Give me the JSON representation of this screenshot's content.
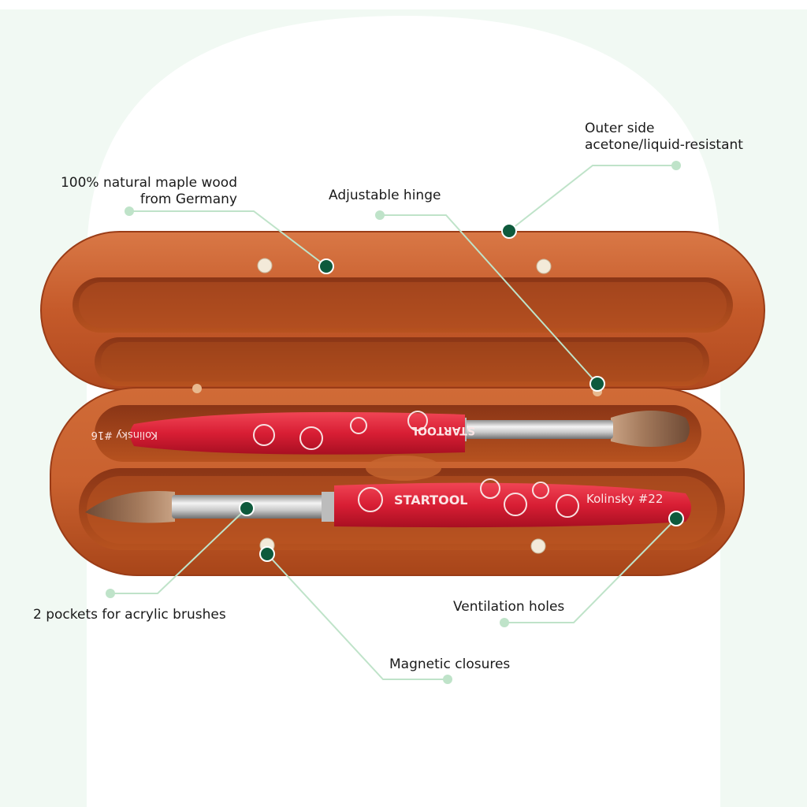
{
  "annotations": {
    "natural_wood": {
      "line1": "100% natural maple wood",
      "line2": "from Germany"
    },
    "hinge": {
      "text": "Adjustable hinge"
    },
    "outer_side": {
      "line1": "Outer side",
      "line2": "acetone/liquid-resistant"
    },
    "pockets": {
      "text": "2 pockets for acrylic brushes"
    },
    "ventilation": {
      "text": "Ventilation holes"
    },
    "magnetic": {
      "text": "Magnetic closures"
    }
  },
  "brushes": {
    "upper": {
      "brand": "STARTOOL",
      "model": "Kolinsky #16"
    },
    "lower": {
      "brand": "STARTOOL",
      "model": "Kolinsky #22"
    }
  },
  "colors": {
    "marker": "#0e5a3c",
    "leader": "#bfe3c9",
    "glow": "#e9f6ec",
    "wood": "#c8612f",
    "wood_dark": "#8a3516",
    "handle": "#d81e34"
  }
}
